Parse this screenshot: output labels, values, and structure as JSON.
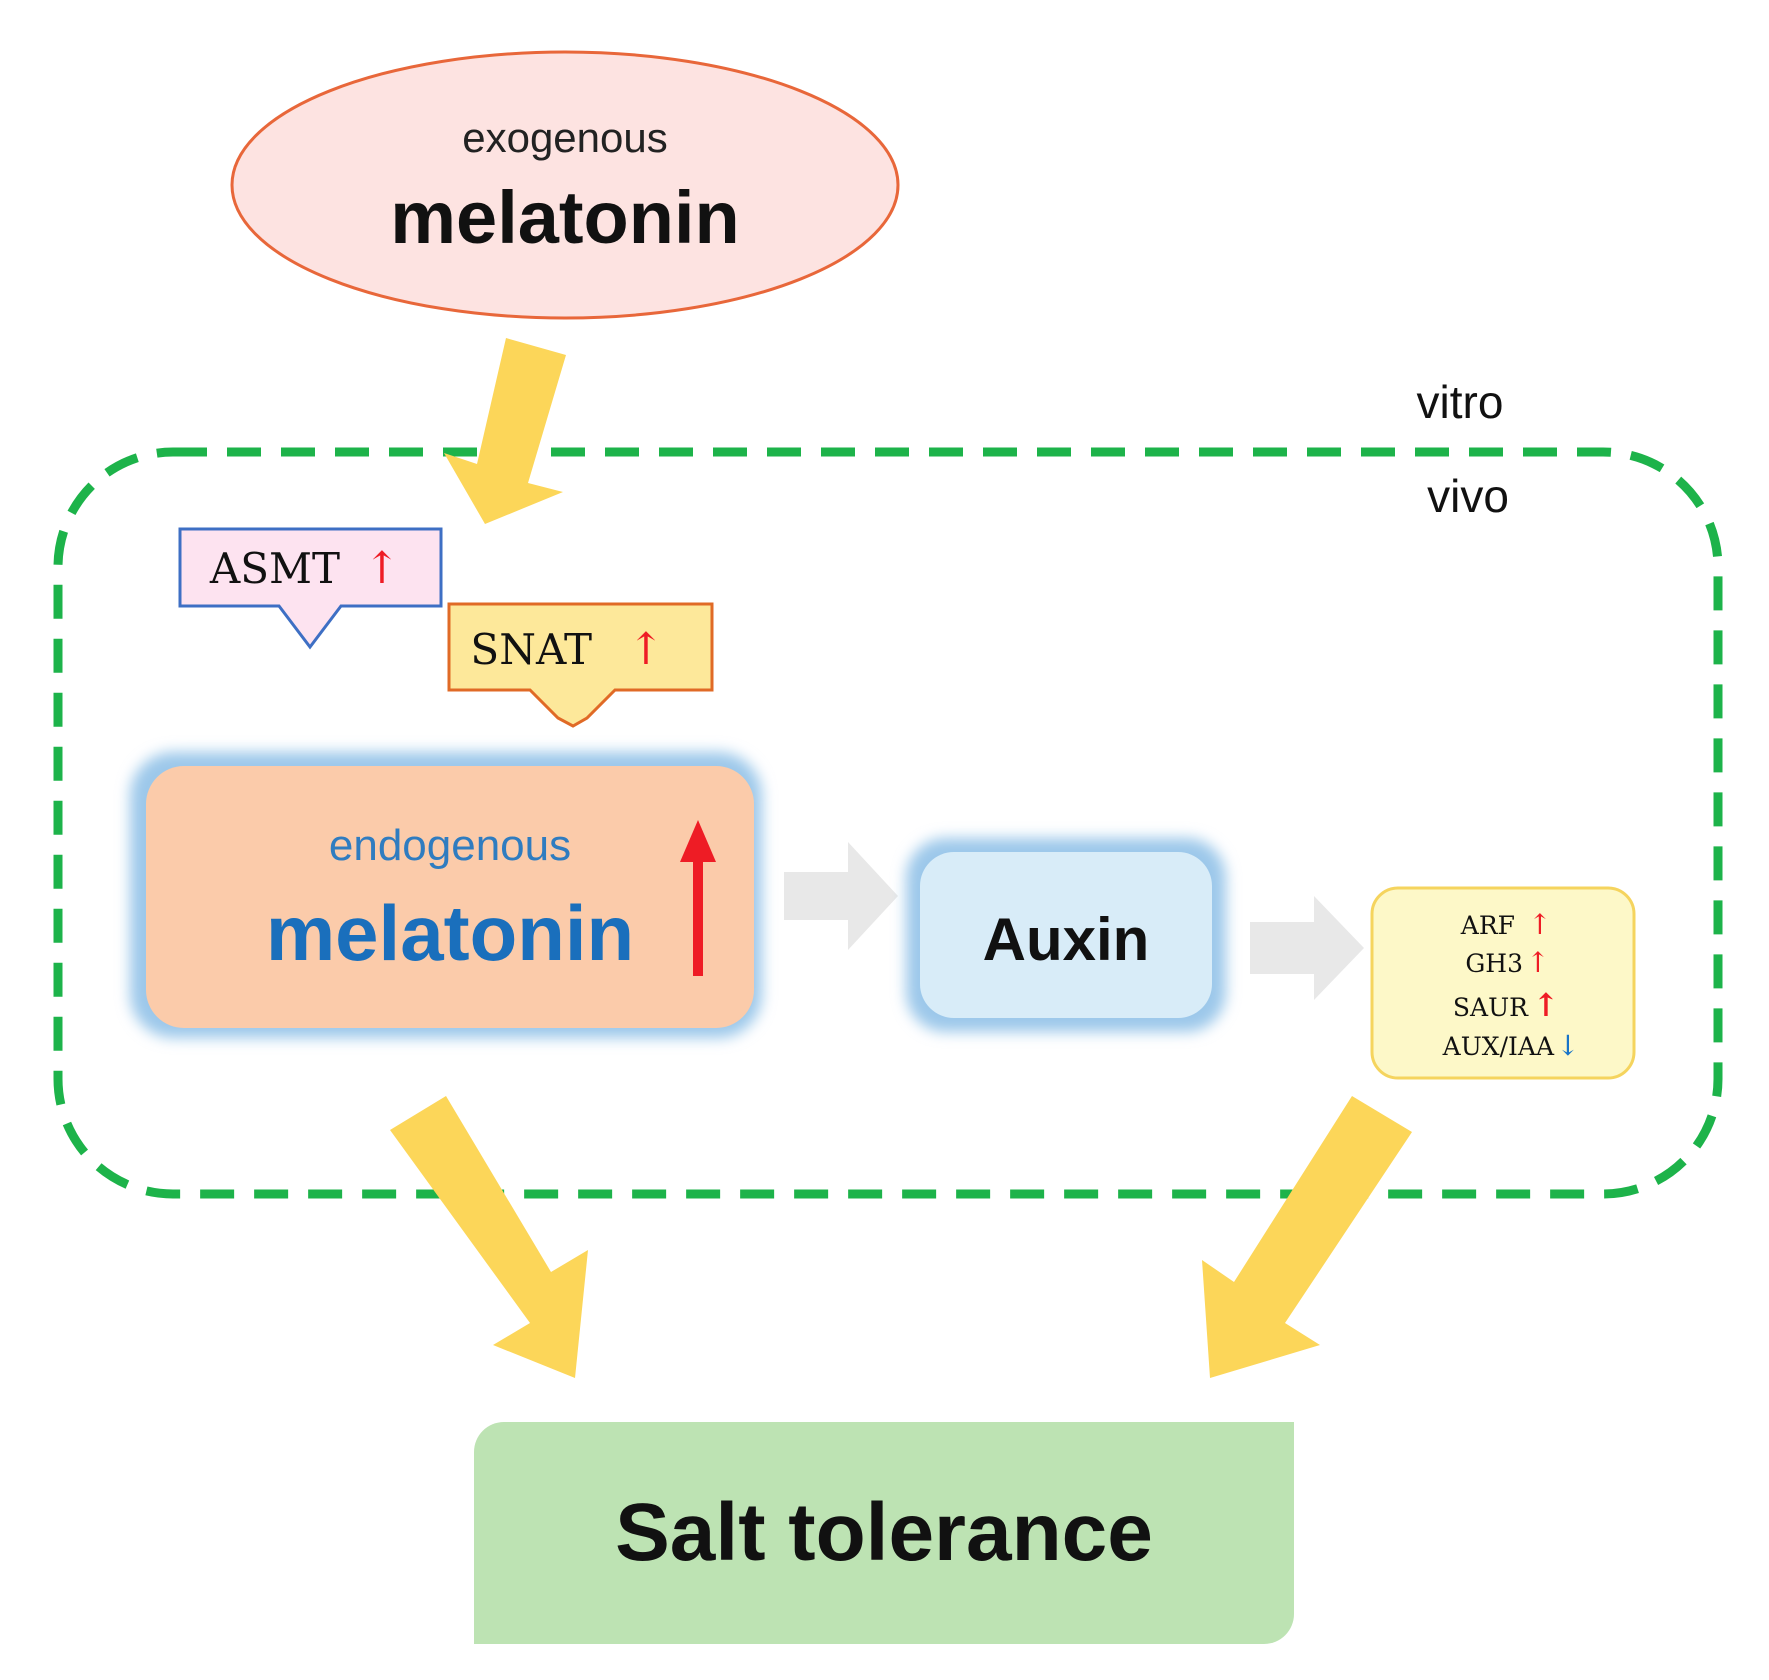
{
  "exogenous": {
    "line1": "exogenous",
    "line2": "melatonin"
  },
  "region": {
    "outside": "vitro",
    "inside": "vivo"
  },
  "asmt": {
    "label": "ASMT",
    "arrow": "↑"
  },
  "snat": {
    "label": "SNAT",
    "arrow": "↑"
  },
  "endogenous": {
    "line1": "endogenous",
    "line2": "melatonin"
  },
  "auxin": {
    "label": "Auxin"
  },
  "genes": [
    {
      "name": "ARF",
      "arrow": "↑"
    },
    {
      "name": "GH3",
      "arrow": "↑"
    },
    {
      "name": "SAUR",
      "arrow": "↑"
    },
    {
      "name": "AUX/IAA",
      "arrow": "↓"
    }
  ],
  "result": {
    "label": "Salt tolerance"
  },
  "colors": {
    "yellow_arrow": "#fcd659",
    "gray_arrow": "#e8e8e8",
    "dashed_border": "#1db34a",
    "up_arrow": "#ee1c25",
    "down_arrow": "#1874c8"
  }
}
